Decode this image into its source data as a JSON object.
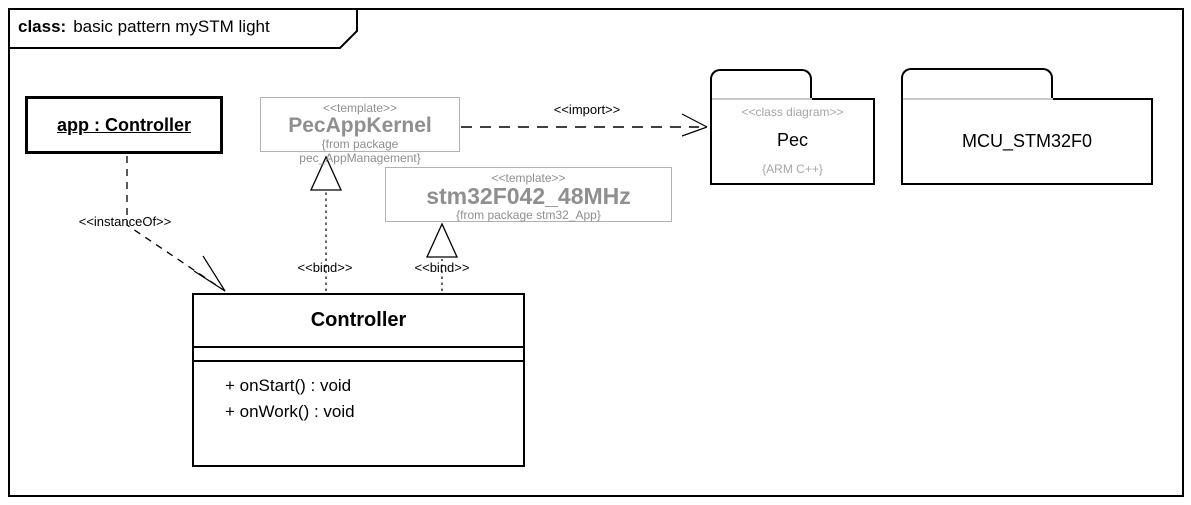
{
  "frame": {
    "title_keyword": "class:",
    "title_name": "basic pattern mySTM light"
  },
  "nodes": {
    "app_object": {
      "label": "app : Controller"
    },
    "pec_app_kernel": {
      "stereotype": "<<template>>",
      "name": "PecAppKernel",
      "origin": "{from package pec_AppManagement}"
    },
    "stm32_template": {
      "stereotype": "<<template>>",
      "name": "stm32F042_48MHz",
      "origin": "{from package stm32_App}"
    },
    "pec_package": {
      "stereotype": "<<class diagram>>",
      "name": "Pec",
      "tag": "{ARM C++}"
    },
    "mcu_package": {
      "name": "MCU_STM32F0"
    },
    "controller_class": {
      "name": "Controller",
      "operations": [
        "+ onStart() : void",
        "+ onWork() : void"
      ]
    }
  },
  "edges": {
    "instance_of": {
      "label": "<<instanceOf>>",
      "style": "dashed, open arrow to Controller"
    },
    "bind_pec": {
      "label": "<<bind>>",
      "style": "dotted, hollow triangle to PecAppKernel"
    },
    "bind_stm32": {
      "label": "<<bind>>",
      "style": "dotted, hollow triangle to stm32F042_48MHz"
    },
    "import_pec": {
      "label": "<<import>>",
      "style": "dashed, open arrow to Pec package"
    }
  },
  "colors": {
    "template_gray_text": "#8f8f8f",
    "template_gray_border": "#b2b2b2",
    "package_gray_text": "#a6a6a6",
    "tab_underline_gray": "#c9c9c9",
    "line_black": "#000000",
    "background": "#ffffff"
  }
}
